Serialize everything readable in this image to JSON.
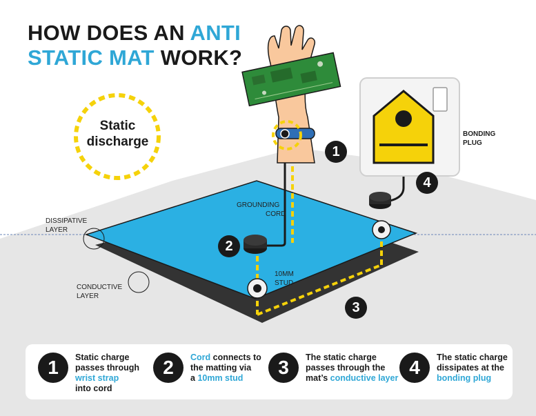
{
  "title": {
    "line1_pre": "HOW DOES AN ",
    "line1_accent": "ANTI",
    "line2_accent": "STATIC MAT",
    "line2_post": " WORK?"
  },
  "labels": {
    "static_line1": "Static",
    "static_line2": "discharge",
    "grounding_1": "GROUNDING",
    "grounding_2": "CORD",
    "stud_1": "10MM",
    "stud_2": "STUD",
    "dissipative_1": "DISSIPATIVE",
    "dissipative_2": "LAYER",
    "conductive_1": "CONDUCTIVE",
    "conductive_2": "LAYER",
    "bonding_1": "BONDING",
    "bonding_2": "PLUG"
  },
  "markers": [
    "1",
    "2",
    "3",
    "4"
  ],
  "steps": [
    {
      "num": "1",
      "a": "Static charge",
      "b": "passes through",
      "c": "wrist strap",
      "d": "into cord"
    },
    {
      "num": "2",
      "a": "Cord",
      "b": " connects to",
      "c": "the matting via",
      "d": "a ",
      "e": "10mm stud"
    },
    {
      "num": "3",
      "a": "The static charge",
      "b": "passes through the",
      "c": "mat’s ",
      "d": "conductive layer"
    },
    {
      "num": "4",
      "a": "The static charge",
      "b": "dissipates at the",
      "c": "bonding plug"
    }
  ],
  "colors": {
    "accent": "#2fa7d6",
    "mat_top": "#2bb0e3",
    "mat_bottom": "#333333",
    "wire_dots": "#f5d20a",
    "warning_yellow": "#f5d20a",
    "background_platform": "#e5e5e5"
  }
}
